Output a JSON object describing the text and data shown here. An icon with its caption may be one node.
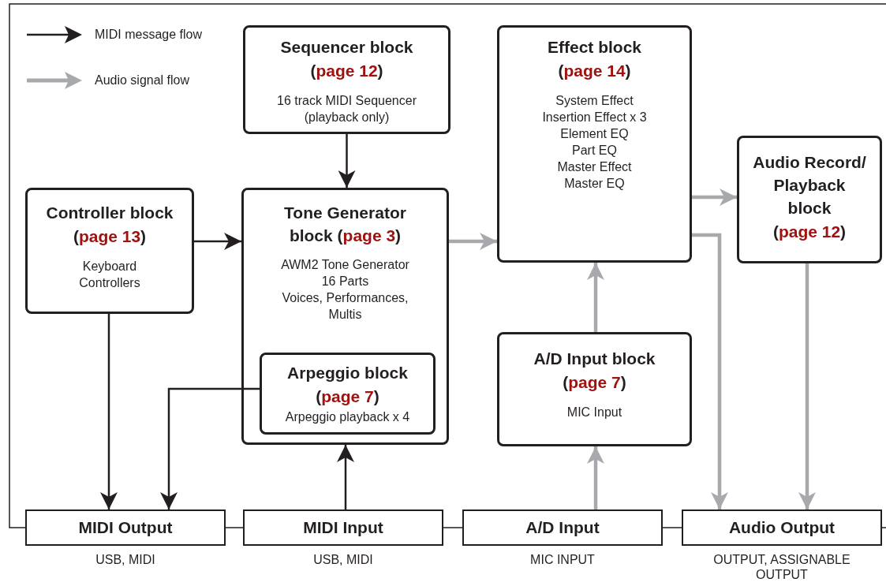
{
  "diagram": {
    "nodes": [
      {
        "text": [
          "Sequencer block",
          "(page 12)",
          "16 track MIDI Sequencer (playback only)"
        ]
      },
      {
        "text": [
          "Effect block",
          "(page 14)",
          "System Effect",
          "Insertion Effect x 3",
          "Element EQ",
          "Part EQ",
          "Master Effect",
          "Master EQ"
        ]
      },
      {
        "text": [
          "Controller block",
          "(page 13)",
          "Keyboard Controllers"
        ]
      },
      {
        "text": [
          "Tone Generator block",
          "(page 3)",
          "AWM2 Tone Generator",
          "16 Parts",
          "Voices, Performances, Multis"
        ]
      },
      {
        "text": [
          "Audio Record/ Playback block",
          "(page 12)"
        ]
      },
      {
        "text": [
          "Arpeggio block",
          "(page 7)",
          "Arpeggio playback x 4"
        ],
        "in": 3
      },
      {
        "text": [
          "A/D Input block",
          "(page 7)",
          "MIC Input"
        ]
      },
      {
        "text": [
          "MIDI Output"
        ],
        "beside": [
          "USB, MIDI"
        ]
      },
      {
        "text": [
          "MIDI Input"
        ],
        "beside": [
          "USB, MIDI"
        ]
      },
      {
        "text": [
          "A/D Input"
        ],
        "beside": [
          "MIC INPUT"
        ]
      },
      {
        "text": [
          "Audio Output"
        ],
        "beside": [
          "OUTPUT, ASSIGNABLE OUTPUT"
        ]
      }
    ],
    "edges": [
      {
        "from": 0,
        "to": 3,
        "arrow": "to",
        "color": "#231f20"
      },
      {
        "from": 2,
        "to": 3,
        "arrow": "to",
        "color": "#231f20"
      },
      {
        "from": 2,
        "to": 7,
        "arrow": "to",
        "color": "#231f20"
      },
      {
        "from": 5,
        "to": 7,
        "arrow": "to",
        "color": "#231f20"
      },
      {
        "from": 8,
        "to": 3,
        "arrow": "to",
        "color": "#231f20"
      },
      {
        "from": 3,
        "to": 1,
        "arrow": "to",
        "color": "#a7a9ac"
      },
      {
        "from": 1,
        "to": 4,
        "arrow": "to",
        "color": "#a7a9ac"
      },
      {
        "from": 1,
        "to": 10,
        "arrow": "to",
        "color": "#a7a9ac"
      },
      {
        "from": 4,
        "to": 10,
        "arrow": "to",
        "color": "#a7a9ac"
      },
      {
        "from": 9,
        "to": 6,
        "arrow": "to",
        "color": "#a7a9ac"
      },
      {
        "from": 6,
        "to": 1,
        "arrow": "to",
        "color": "#a7a9ac"
      }
    ],
    "legend": [
      {
        "text": "MIDI message flow"
      },
      {
        "text": "Audio signal flow"
      }
    ]
  }
}
